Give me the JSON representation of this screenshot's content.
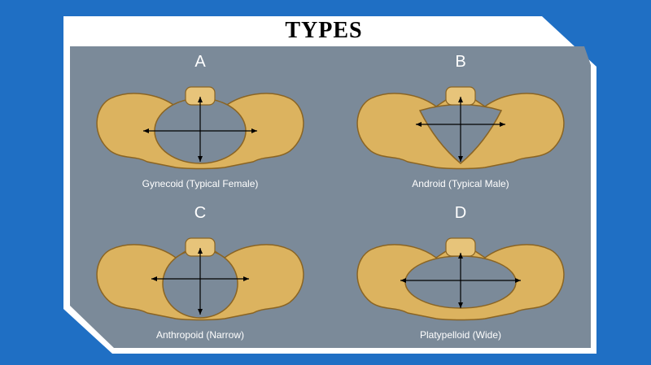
{
  "slide": {
    "title": "TYPES",
    "colors": {
      "background": "#1f6fc4",
      "frame": "#ffffff",
      "panel": "#7b8a99",
      "bone": "#dcb35f",
      "bone_edge": "#8a6423"
    }
  },
  "pelvis_types": [
    {
      "letter": "A",
      "caption": "Gynecoid (Typical Female)"
    },
    {
      "letter": "B",
      "caption": "Android (Typical Male)"
    },
    {
      "letter": "C",
      "caption": "Anthropoid (Narrow)"
    },
    {
      "letter": "D",
      "caption": "Platypelloid (Wide)"
    }
  ]
}
